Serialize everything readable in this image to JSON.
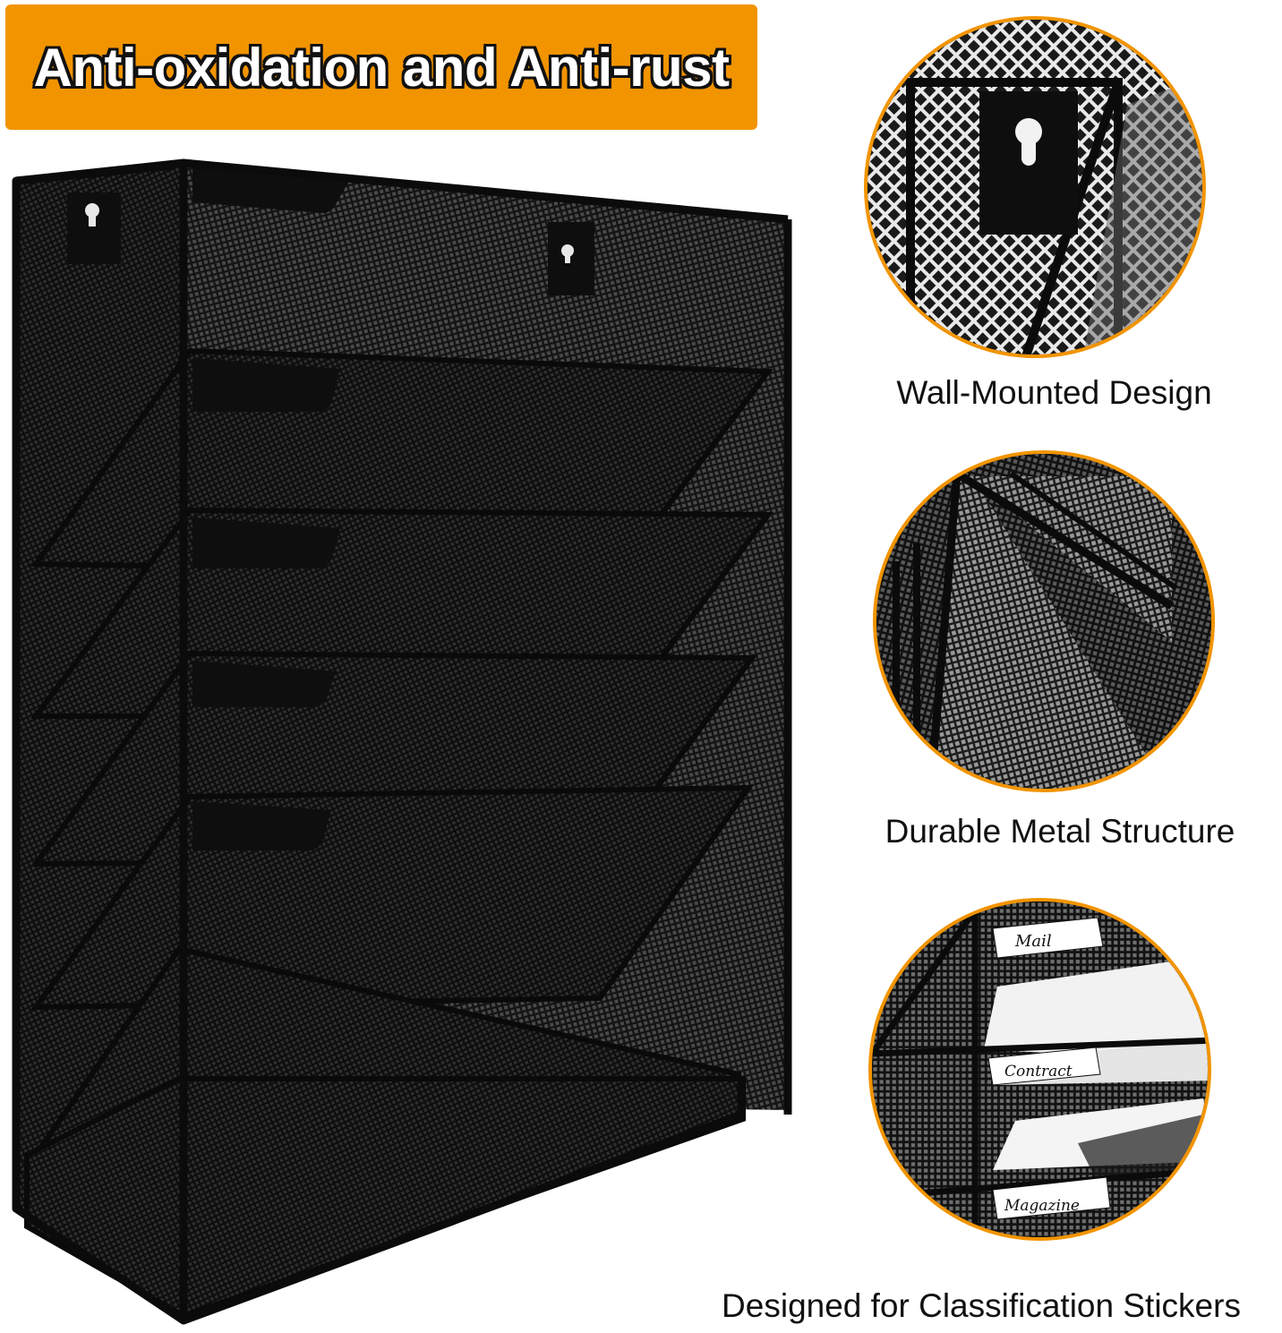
{
  "banner": {
    "text": "Anti-oxidation and Anti-rust",
    "color": "#f29400"
  },
  "features": [
    {
      "caption": "Wall-Mounted Design"
    },
    {
      "caption": "Durable Metal Structure"
    },
    {
      "caption": "Designed for Classification Stickers"
    }
  ],
  "labels": {
    "mail": "Mail",
    "contract": "Contract",
    "magazine": "Magazine"
  },
  "product": {
    "description": "Black wire mesh wall-mounted file organizer with 5 tiers",
    "tiers": 5,
    "color": "#111111"
  },
  "accent_color": "#f29400"
}
